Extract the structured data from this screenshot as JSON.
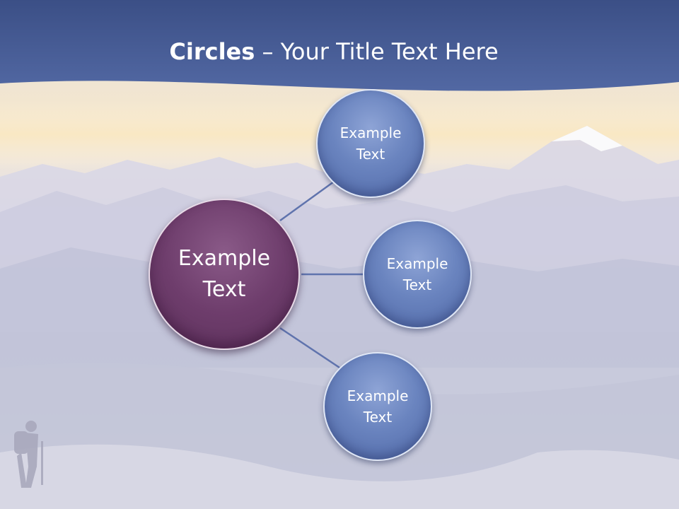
{
  "title": {
    "bold": "Circles",
    "rest": " – Your Title Text Here"
  },
  "center_node": {
    "label": "Example\nText"
  },
  "nodes": [
    {
      "label": "Example\nText"
    },
    {
      "label": "Example\nText"
    },
    {
      "label": "Example\nText"
    }
  ],
  "colors": {
    "header": "#4a5e97",
    "center_circle": "#6e3d6c",
    "outer_circle": "#6a84bf",
    "connector": "#5f73ad"
  }
}
